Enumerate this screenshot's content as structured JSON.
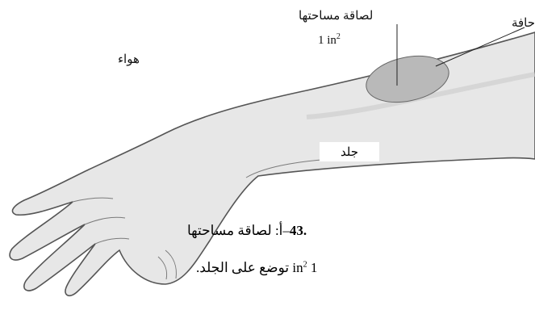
{
  "labels": {
    "patch": "لصاقة مساحتها",
    "patch_area_value": "1 in",
    "patch_area_exp": "2",
    "edge": "حافة",
    "air": "هواء",
    "skin": "جلد"
  },
  "caption": {
    "number": ".43",
    "sep": "–أ:",
    "line1_text": " لصاقة مساحتها",
    "line2_value": "1 in",
    "line2_exp": "2",
    "line2_text": " توضع على الجلد."
  },
  "colors": {
    "skin_fill": "#e7e7e7",
    "skin_stroke": "#555555",
    "patch_fill": "#b9b9b9"
  }
}
